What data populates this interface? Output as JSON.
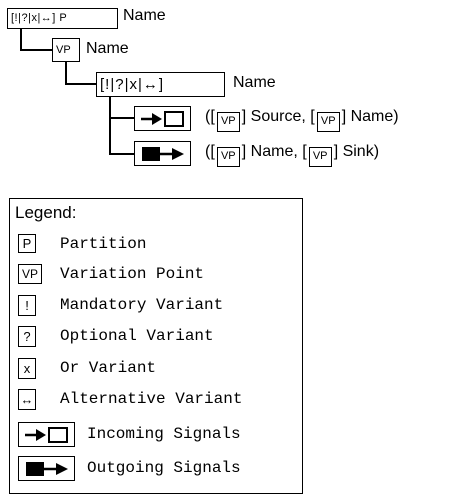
{
  "tree": {
    "root": {
      "flags": "[!|?|x|↔] P",
      "label": "Name"
    },
    "vp": {
      "flags": "VP",
      "label": "Name"
    },
    "variant": {
      "flags": "[!|?|x|↔]",
      "label": "Name"
    },
    "incoming": {
      "open": "([",
      "vp1": "VP",
      "mid": "] Source, [",
      "vp2": "VP",
      "close": "] Name)"
    },
    "outgoing": {
      "open": "([",
      "vp1": "VP",
      "mid": "] Name, [",
      "vp2": "VP",
      "close": "] Sink)"
    }
  },
  "legend": {
    "title": "Legend:",
    "items": [
      {
        "icon": "P",
        "label": "Partition"
      },
      {
        "icon": "VP",
        "label": "Variation Point"
      },
      {
        "icon": "!",
        "label": "Mandatory Variant"
      },
      {
        "icon": "?",
        "label": "Optional Variant"
      },
      {
        "icon": "x",
        "label": "Or Variant"
      },
      {
        "icon": "↔",
        "label": "Alternative Variant"
      },
      {
        "icon": "incoming-signal-icon",
        "label": "Incoming Signals"
      },
      {
        "icon": "outgoing-signal-icon",
        "label": "Outgoing Signals"
      }
    ]
  }
}
